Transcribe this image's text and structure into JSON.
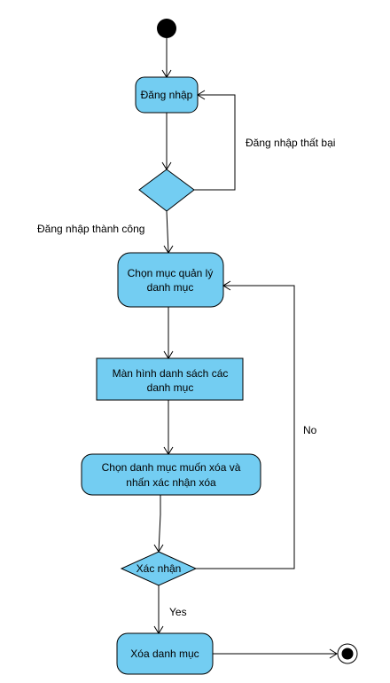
{
  "diagram": {
    "colors": {
      "node_fill": "#73cdf2",
      "stroke": "#000000",
      "background": "#ffffff"
    },
    "nodes": {
      "login": "Đăng nhập",
      "choose_line1": "Chọn mục quản lý",
      "choose_line2": "danh mục",
      "list_line1": "Màn hình danh sách các",
      "list_line2": "danh mục",
      "select_line1": "Chọn danh mục muốn xóa và",
      "select_line2": "nhấn xác nhận xóa",
      "confirm": "Xác nhận",
      "delete": "Xóa danh mục"
    },
    "edges": {
      "login_failed": "Đăng nhập thất bại",
      "login_success": "Đăng nhập thành công",
      "no": "No",
      "yes": "Yes"
    }
  }
}
